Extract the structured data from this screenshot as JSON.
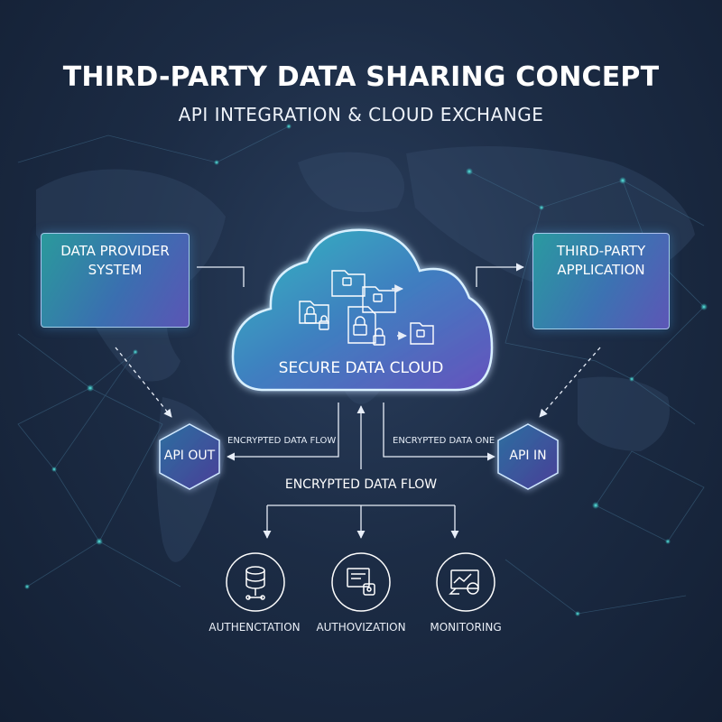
{
  "header": {
    "title": "THIRD-PARTY DATA SHARING CONCEPT",
    "subtitle": "API INTEGRATION & CLOUD EXCHANGE"
  },
  "provider": {
    "title": "DATA PROVIDER\nSYSTEM"
  },
  "third_party": {
    "title": "THIRD-PARTY\nAPPLICATION"
  },
  "cloud": {
    "label": "SECURE DATA CLOUD"
  },
  "flows": {
    "left": "ENCRYPTED DATA FLOW",
    "right": "ENCRYPTED DATA ONE",
    "main": "ENCRYPTED DATA FLOW"
  },
  "api": {
    "out": "API OUT",
    "in": "API IN"
  },
  "controls": {
    "authentication": "AUTHENCTATION",
    "authorization": "AUTHOVIZATION",
    "monitoring": "MONITORING"
  },
  "colors": {
    "background": "#1c2c45",
    "accent_teal": "#2ec4c4",
    "accent_purple": "#6b5cc8",
    "line": "#e8eef8"
  },
  "icons": [
    "database-icon",
    "server-icon",
    "lock-icon",
    "folder-icon",
    "phone-icon",
    "browser-icon",
    "dashboard-icon",
    "document-lock-icon",
    "monitoring-icon"
  ]
}
